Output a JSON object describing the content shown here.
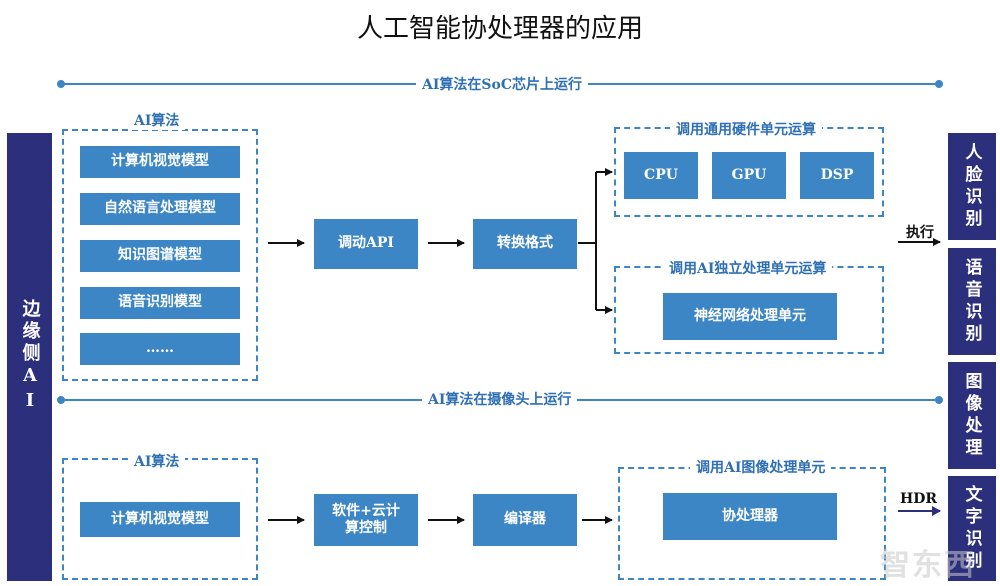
{
  "title": "人工智能协处理器的应用",
  "left_bar": "边缘侧AI",
  "top_section": {
    "header": "AI算法在SoC芯片上运行",
    "algo_group_label": "AI算法",
    "models": [
      "计算机视觉模型",
      "自然语言处理模型",
      "知识图谱模型",
      "语音识别模型",
      "……"
    ],
    "call_api": "调动API",
    "convert": "转换格式",
    "general_group_label": "调用通用硬件单元运算",
    "chips": [
      "CPU",
      "GPU",
      "DSP"
    ],
    "independent_group_label": "调用AI独立处理单元运算",
    "npu": "神经网络处理单元",
    "execute": "执行"
  },
  "bottom_section": {
    "header": "AI算法在摄像头上运行",
    "algo_group_label": "AI算法",
    "model": "计算机视觉模型",
    "control": "软件+云计算控制",
    "compiler": "编译器",
    "image_group_label": "调用AI图像处理单元",
    "coprocessor": "协处理器",
    "hdr": "HDR"
  },
  "right_bar": [
    "人脸识别",
    "语音识别",
    "图像处理",
    "文字识别"
  ],
  "watermark": "智东西"
}
